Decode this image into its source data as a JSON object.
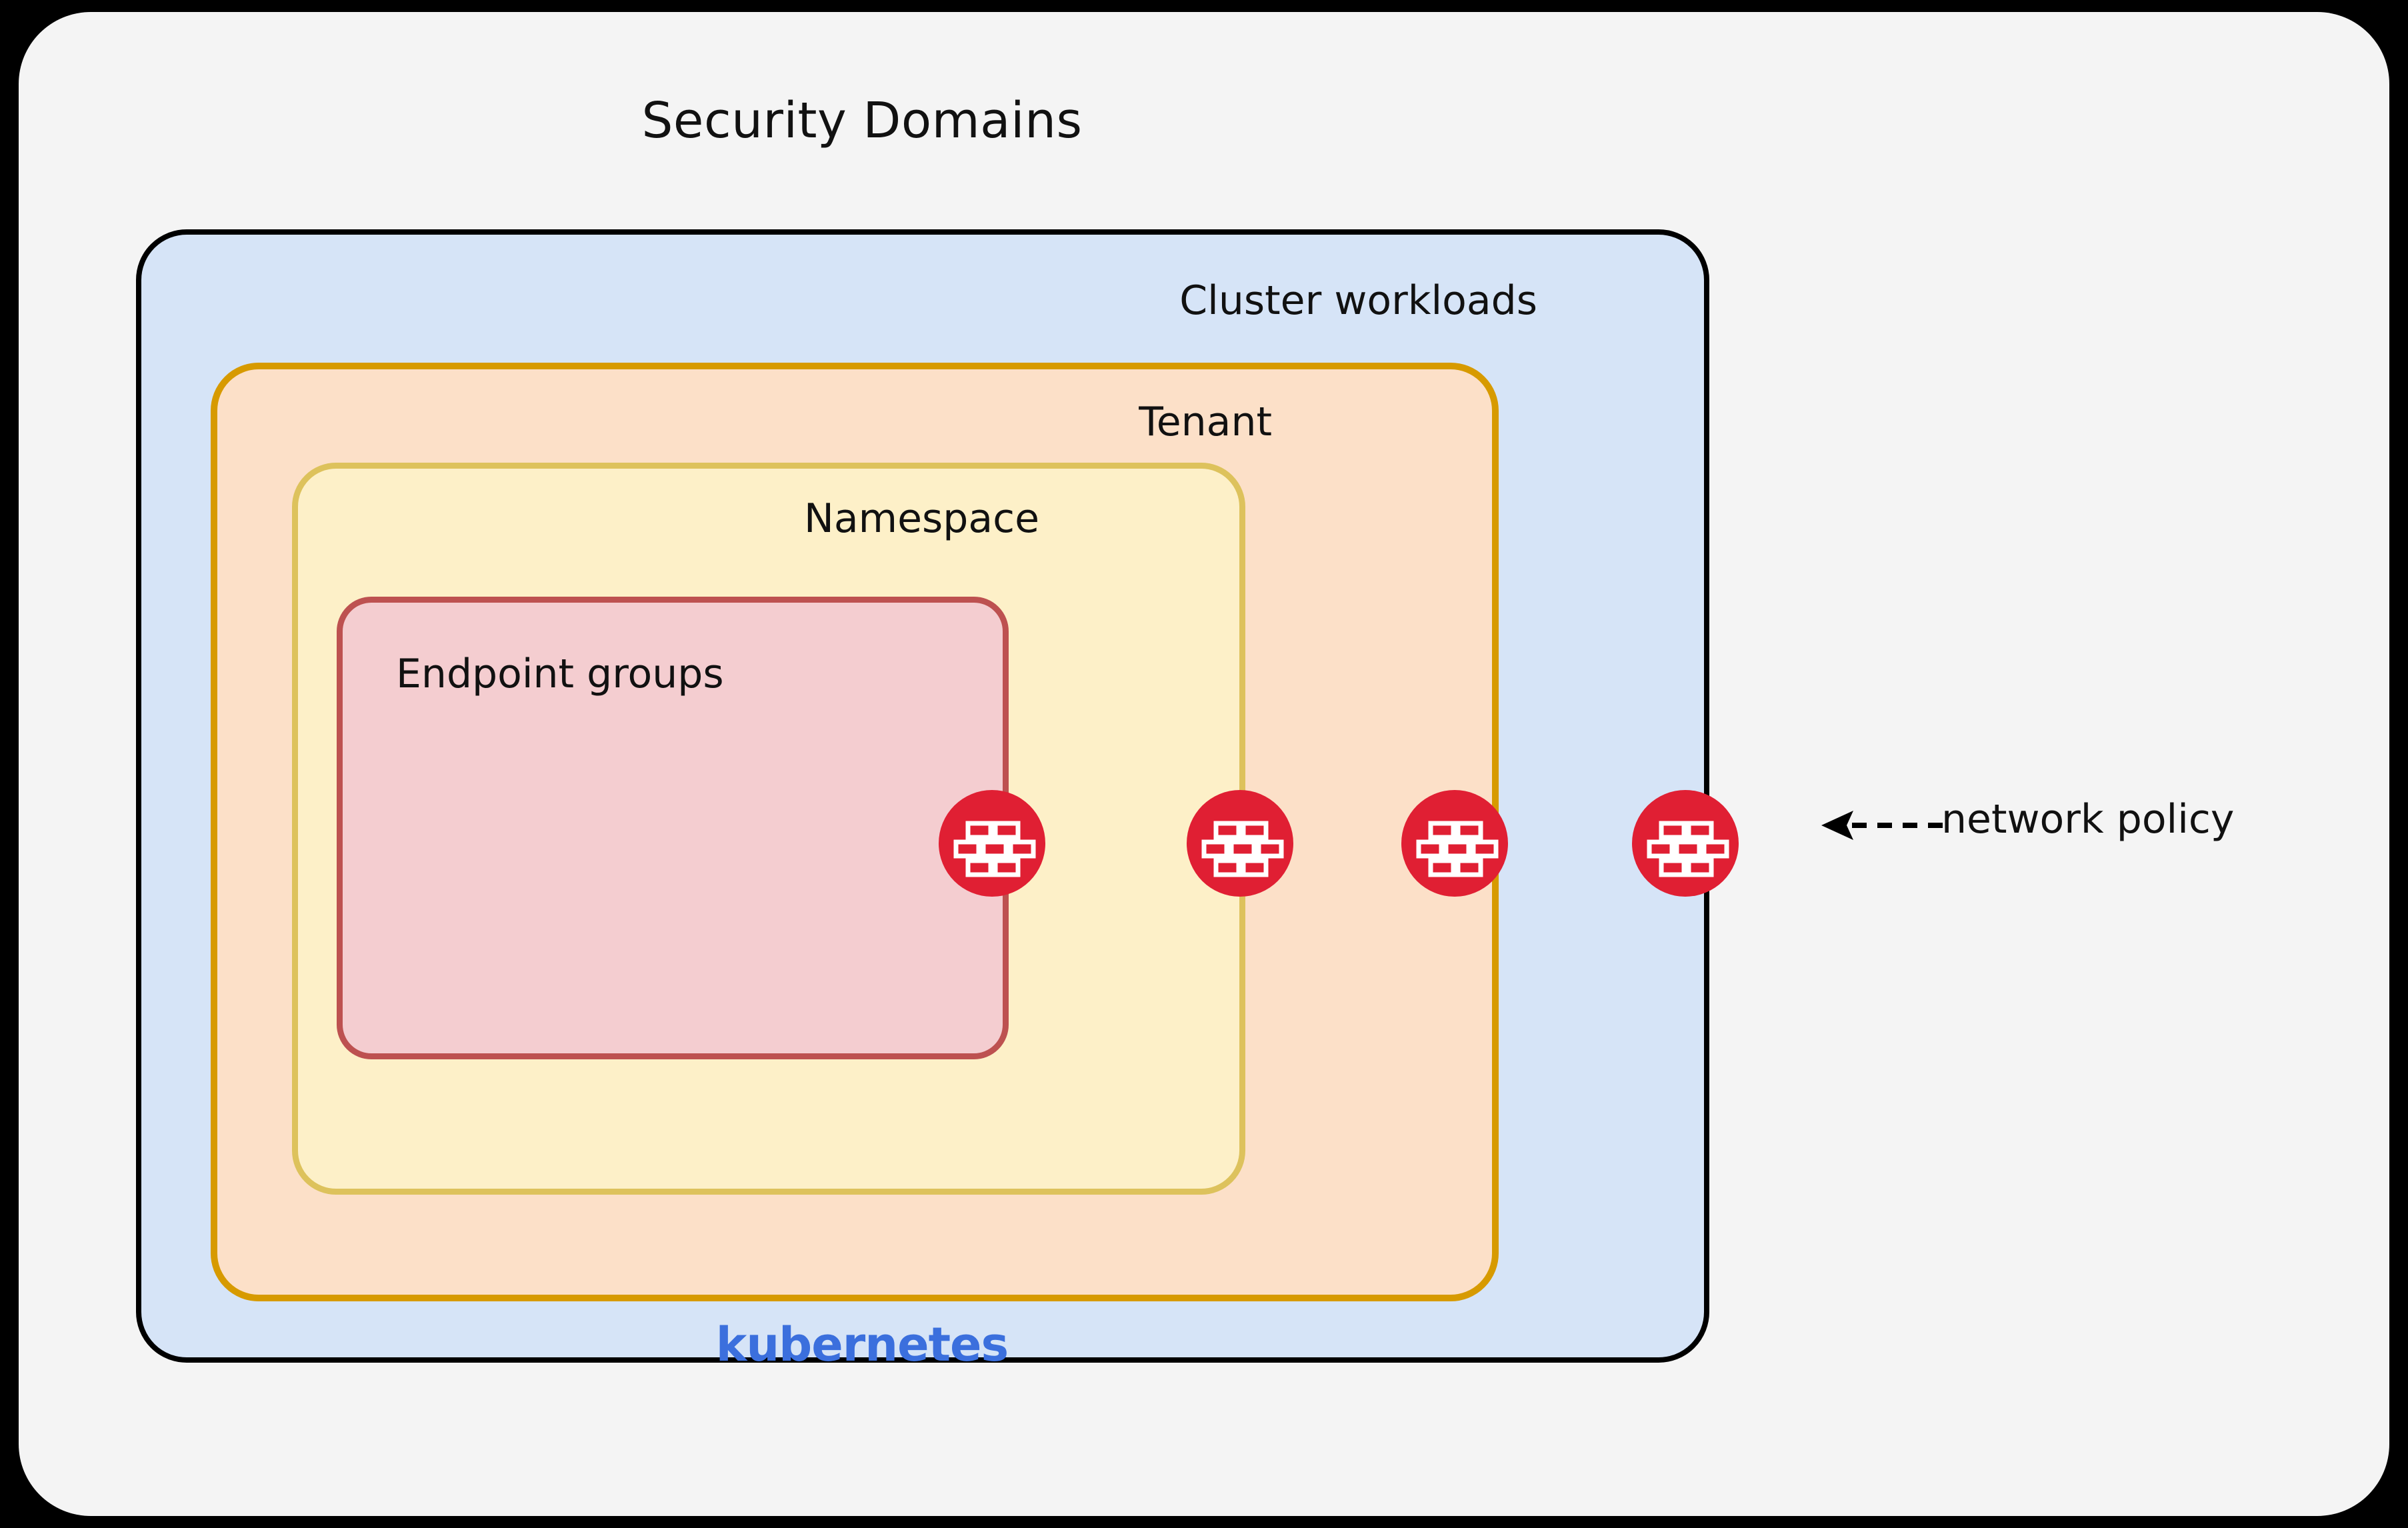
{
  "diagram": {
    "title": "Security Domains",
    "background_color": "#f4f4f4",
    "outer_background_color": "#000000"
  },
  "domains": [
    {
      "key": "cluster",
      "label": "Cluster workloads",
      "fill": "#d6e4f7",
      "stroke": "#000000",
      "level": 1
    },
    {
      "key": "tenant",
      "label": "Tenant",
      "fill": "#fce0c8",
      "stroke": "#d79a00",
      "level": 2
    },
    {
      "key": "namespace",
      "label": "Namespace",
      "fill": "#fdf0c8",
      "stroke": "#ddc25c",
      "level": 3
    },
    {
      "key": "endpoint",
      "label": "Endpoint groups",
      "fill": "#f4cdd0",
      "stroke": "#bd5150",
      "level": 4
    }
  ],
  "platform": {
    "logo_text": "kubernetes",
    "logo_color": "#3b6fdd"
  },
  "firewalls": [
    {
      "icon": "firewall-brick-icon",
      "on_boundary": "endpoint"
    },
    {
      "icon": "firewall-brick-icon",
      "on_boundary": "namespace"
    },
    {
      "icon": "firewall-brick-icon",
      "on_boundary": "tenant"
    },
    {
      "icon": "firewall-brick-icon",
      "on_boundary": "cluster"
    }
  ],
  "callout": {
    "label": "network policy",
    "arrow_style": "dashed-left",
    "arrow_color": "#000000"
  },
  "badge_color": "#e01f33"
}
